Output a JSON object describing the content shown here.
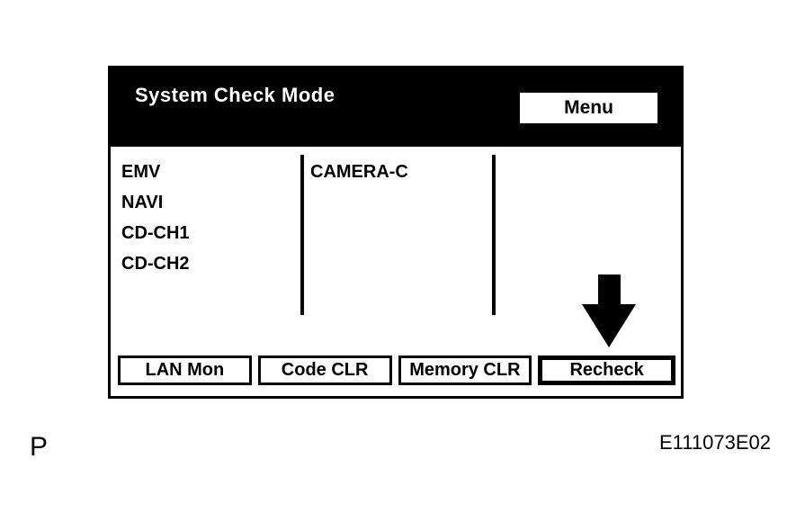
{
  "screen": {
    "title": "System Check Mode",
    "menu_button_label": "Menu",
    "left_column_items": [
      "EMV",
      "NAVI",
      "CD-CH1",
      "CD-CH2"
    ],
    "middle_column_items": [
      "CAMERA-C"
    ],
    "bottom_buttons": [
      {
        "label": "LAN Mon",
        "selected": false
      },
      {
        "label": "Code CLR",
        "selected": false
      },
      {
        "label": "Memory CLR",
        "selected": false
      },
      {
        "label": "Recheck",
        "selected": true
      }
    ],
    "colors": {
      "header_bg": "#000000",
      "header_text": "#ffffff",
      "body_bg": "#ffffff",
      "text": "#000000",
      "selected_border": "#000000"
    }
  },
  "annotations": {
    "selection_arrow_target": "Recheck",
    "page_letter": "P",
    "figure_code": "E111073E02"
  }
}
